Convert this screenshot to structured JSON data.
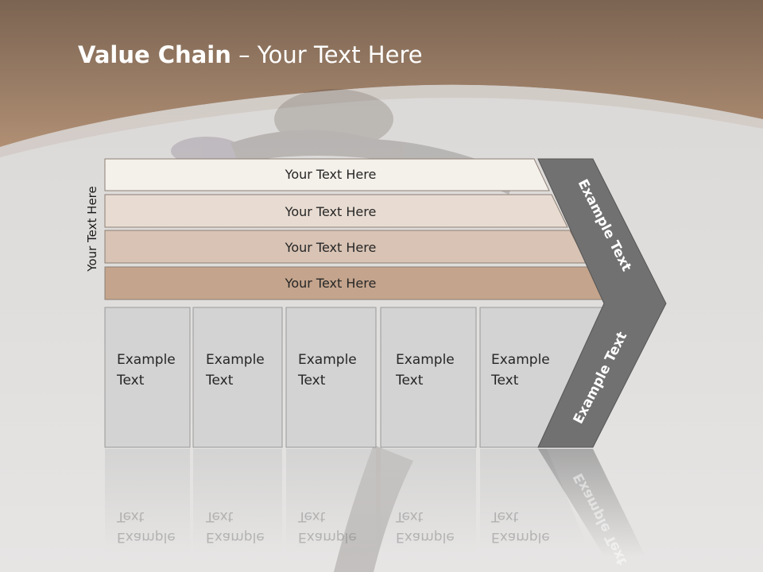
{
  "slide": {
    "title_bold": "Value Chain",
    "title_rest": " – Your Text Here",
    "side_label": "Your Text Here"
  },
  "bands": [
    {
      "label": "Your Text Here",
      "color": "#f4f0ea"
    },
    {
      "label": "Your Text Here",
      "color": "#e8dcd2"
    },
    {
      "label": "Your Text Here",
      "color": "#d8c3b4"
    },
    {
      "label": "Your Text Here",
      "color": "#c4a48c"
    }
  ],
  "chevron": {
    "upper_label": "Example Text",
    "lower_label": "Example Text",
    "color": "#717171"
  },
  "columns": [
    {
      "line1": "Example",
      "line2": "Text"
    },
    {
      "line1": "Example",
      "line2": "Text"
    },
    {
      "line1": "Example",
      "line2": "Text"
    },
    {
      "line1": "Example",
      "line2": "Text"
    },
    {
      "line1": "Example",
      "line2": "Text"
    }
  ],
  "colors": {
    "header": "#a98a72",
    "column_fill": "#d3d3d3",
    "column_border": "#9a9a9a"
  }
}
